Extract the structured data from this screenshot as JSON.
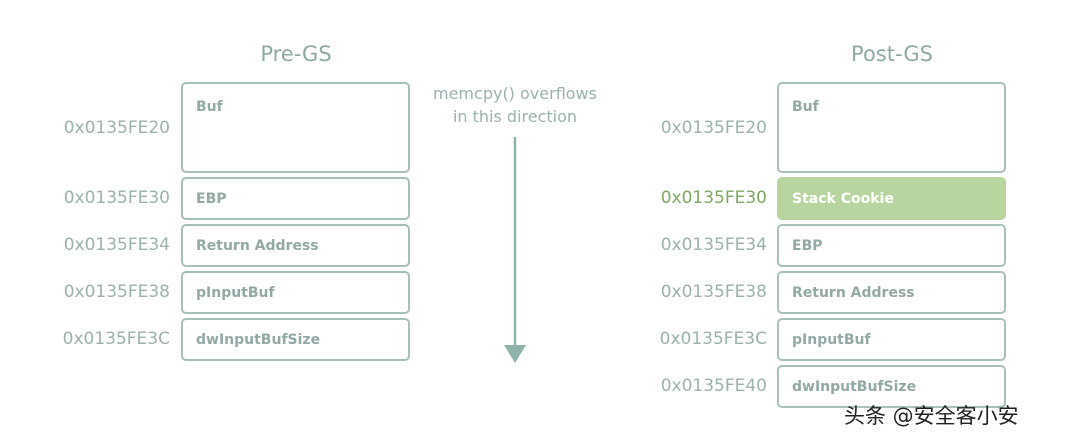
{
  "pre_gs": {
    "title": "Pre-GS",
    "rows": [
      {
        "address": "0x0135FE20",
        "label": "Buf"
      },
      {
        "address": "0x0135FE30",
        "label": "EBP"
      },
      {
        "address": "0x0135FE34",
        "label": "Return Address"
      },
      {
        "address": "0x0135FE38",
        "label": "pInputBuf"
      },
      {
        "address": "0x0135FE3C",
        "label": "dwInputBufSize"
      }
    ]
  },
  "arrow": {
    "caption_line1": "memcpy() overflows",
    "caption_line2": "in this direction"
  },
  "post_gs": {
    "title": "Post-GS",
    "rows": [
      {
        "address": "0x0135FE20",
        "label": "Buf"
      },
      {
        "address": "0x0135FE30",
        "label": "Stack Cookie"
      },
      {
        "address": "0x0135FE34",
        "label": "EBP"
      },
      {
        "address": "0x0135FE38",
        "label": "Return Address"
      },
      {
        "address": "0x0135FE3C",
        "label": "pInputBuf"
      },
      {
        "address": "0x0135FE40",
        "label": "dwInputBufSize"
      }
    ]
  },
  "watermark": "头条 @安全客小安",
  "colors": {
    "box_border": "#a8c0ba",
    "text": "#92a9a4",
    "cookie_fill": "#b9d59f",
    "cookie_address": "#7ea862",
    "arrow": "#8fb2aa"
  }
}
